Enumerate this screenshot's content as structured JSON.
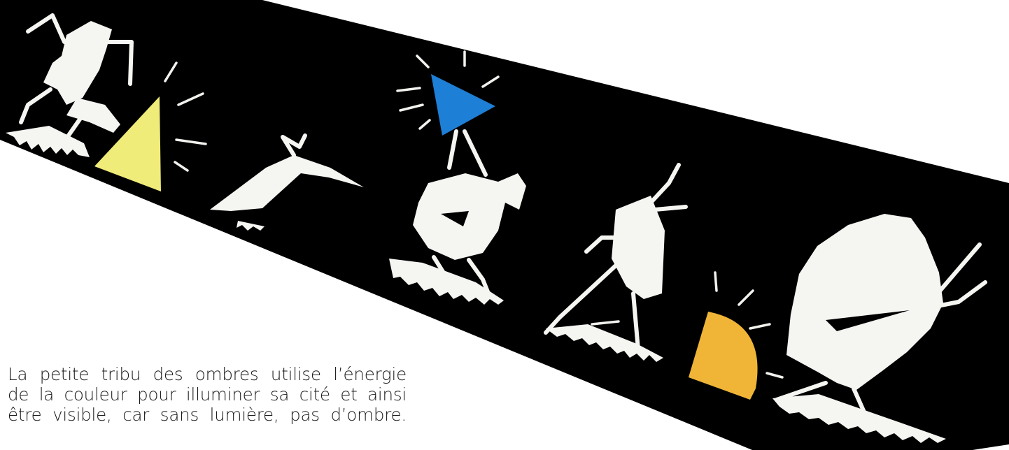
{
  "caption": {
    "lines": [
      "La petite tribu des ombres utilise l’énergie",
      "de la couleur pour illuminer sa cité et ainsi",
      "être visible, car sans lumière, pas d’ombre."
    ]
  },
  "colors": {
    "band": "#000000",
    "chalk": "#f5f5f2",
    "yellow_triangle": "#f0ec7a",
    "blue_triangle": "#1e7fd6",
    "orange_shape": "#f0b537",
    "text": "#1a1a1a"
  }
}
